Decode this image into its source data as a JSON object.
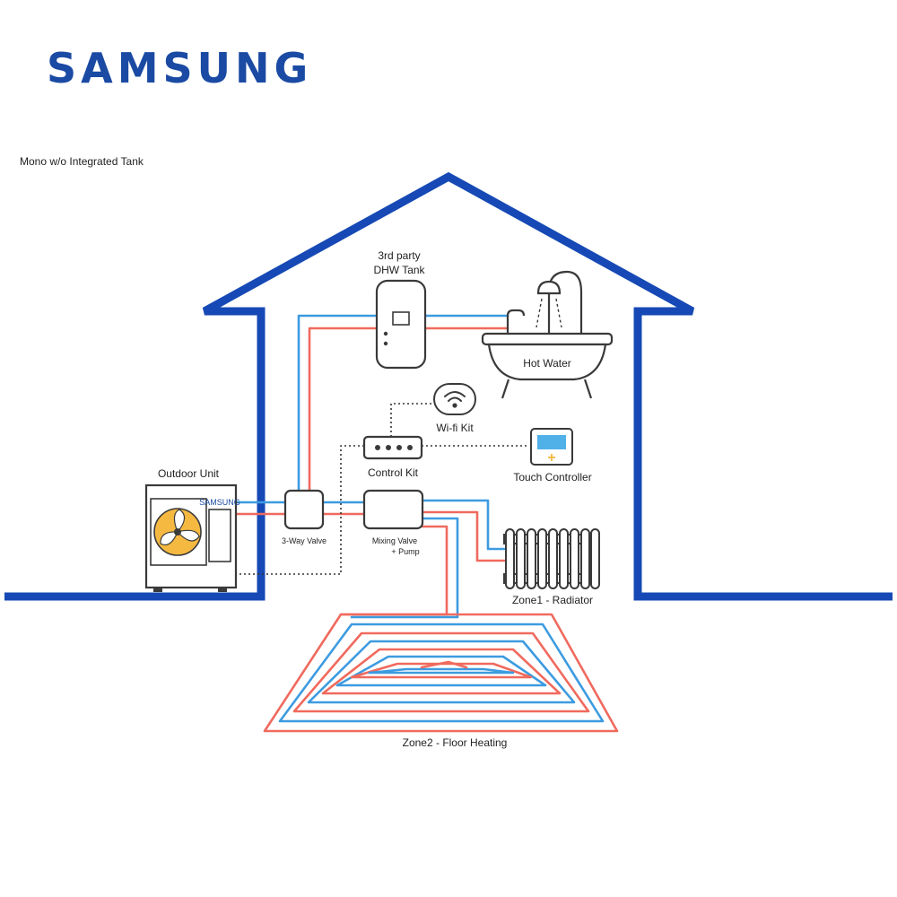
{
  "brand": "SAMSUNG",
  "system_type": "Mono w/o Integrated Tank",
  "labels": {
    "dhw_tank_line1": "3rd party",
    "dhw_tank_line2": "DHW Tank",
    "hot_water": "Hot Water",
    "wifi_kit": "Wi-fi Kit",
    "control_kit": "Control Kit",
    "touch_controller": "Touch Controller",
    "outdoor_unit": "Outdoor Unit",
    "outdoor_unit_badge": "SAMSUNG",
    "three_way_valve": "3-Way Valve",
    "mixing_valve_line1": "Mixing Valve",
    "mixing_valve_line2": "+ Pump",
    "zone1": "Zone1 - Radiator",
    "zone2": "Zone2 - Floor Heating"
  },
  "colors": {
    "brand_blue": "#1a4aa3",
    "house_outline": "#1649b5",
    "pipe_hot": "#f06a5e",
    "pipe_cold": "#3d9be0",
    "equipment_stroke": "#3a3a3a",
    "fan_yellow": "#f5b942",
    "screen_blue": "#4fb1e8"
  }
}
